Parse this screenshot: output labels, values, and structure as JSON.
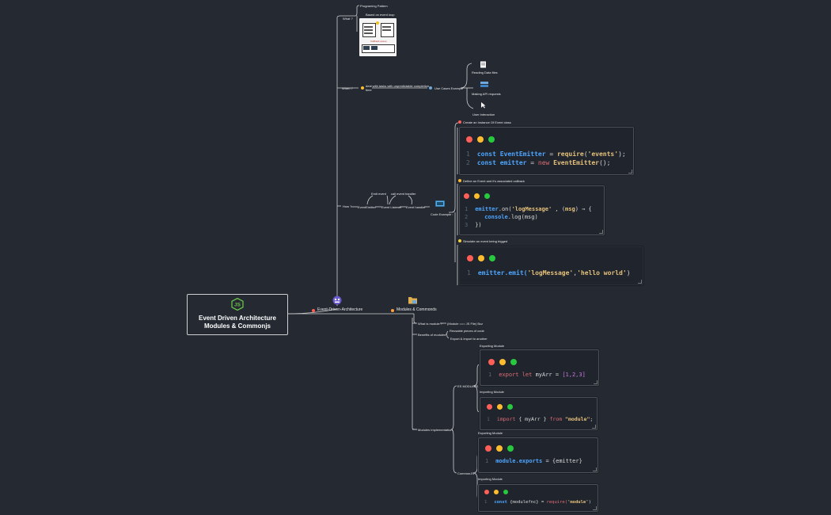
{
  "root": {
    "title_line1": "Event Driven Architecture",
    "title_line2": "Modules & Commonjs",
    "logo_text": "JS"
  },
  "branches": {
    "eda": {
      "label": "Event-Driven-Architecture"
    },
    "modules": {
      "label": "Modules & Commonds"
    }
  },
  "what": {
    "label": "What ?",
    "sub": "Programing Pattern",
    "img_caption": "Based on event loop",
    "img_label": "Callback queue"
  },
  "when": {
    "label": "When ?",
    "text_line1": "deal with tasks with unpredictable completion",
    "text_line2": "time",
    "use_cases_label": "Use Cases Example",
    "cases": [
      "Reading Data files",
      "Making API requests",
      "User Interaction"
    ]
  },
  "how": {
    "label": "How ?",
    "chain": [
      "EventEmitter",
      "Event Listener",
      "Event handler"
    ],
    "emit_label": "Emit event",
    "call_label": "call event handler",
    "code_example_label": "Code Example :",
    "steps": [
      "Create an Instance Of Event class",
      "Define an Event and it's associated callback",
      "Simulate an event being trigged"
    ]
  },
  "code_blocks": {
    "create": {
      "l1": {
        "num": "1",
        "kw": "const ",
        "id": "EventEmitter",
        "eq": " = ",
        "fn": "require",
        "open": "(",
        "str": "'events'",
        "close": ");"
      },
      "l2": {
        "num": "2",
        "kw": "const ",
        "id": "emitter",
        "eq": " = ",
        "new": "new ",
        "fn": "EventEmitter",
        "close": "();"
      }
    },
    "define": {
      "l1": {
        "num": "1",
        "obj": "emitter",
        "fn": ".on(",
        "str": "'logMessage'",
        "rest1": " , (",
        "param": "msg",
        "rest2": ") ⇒ {"
      },
      "l2": {
        "num": "2",
        "obj": "console",
        "fn": ".log(",
        "param": "msg",
        "close": ")"
      },
      "l3": {
        "num": "3",
        "close": "})"
      }
    },
    "emit": {
      "l1": {
        "num": "1",
        "obj": "emitter",
        "fn": ".emit(",
        "str": "'logMessage'",
        "comma": ",",
        "str2": "'hello world'",
        "close": ")"
      }
    },
    "es_export": {
      "num": "1",
      "kw": "export let ",
      "id": "myArr",
      "eq": " = ",
      "val": "[1,2,3]"
    },
    "es_import": {
      "num": "1",
      "kw": "import ",
      "mid": "{ myArr } ",
      "kw2": "from ",
      "str": "\"module\"",
      "semi": ";"
    },
    "cjs_export": {
      "num": "1",
      "id": "module.exports",
      "eq": " = ",
      "val": "{emitter}"
    },
    "cjs_import": {
      "num": "1",
      "kw": "const ",
      "mid": "{modulefnc} ",
      "eq": "= ",
      "fn": "require(",
      "str": "'module'",
      "close": ")"
    }
  },
  "modules_tree": {
    "what_module": "What is module ?",
    "module_def": "(Module === JS File) Bcz",
    "benefits": "Benefits of modules",
    "benefit_items": [
      "Reusable pieces of code",
      "Export & import to another"
    ],
    "implementation": "Modules Implementation",
    "es_modules": "ES MODULES",
    "commonjs": "CommonJS",
    "exporting": "Exporting Module",
    "importing": "Importing Module"
  },
  "colors": {
    "background": "#242932",
    "line": "#cfcfcf",
    "red": "#ff5f56",
    "yellow": "#ffbd2e",
    "green": "#27c93f"
  }
}
